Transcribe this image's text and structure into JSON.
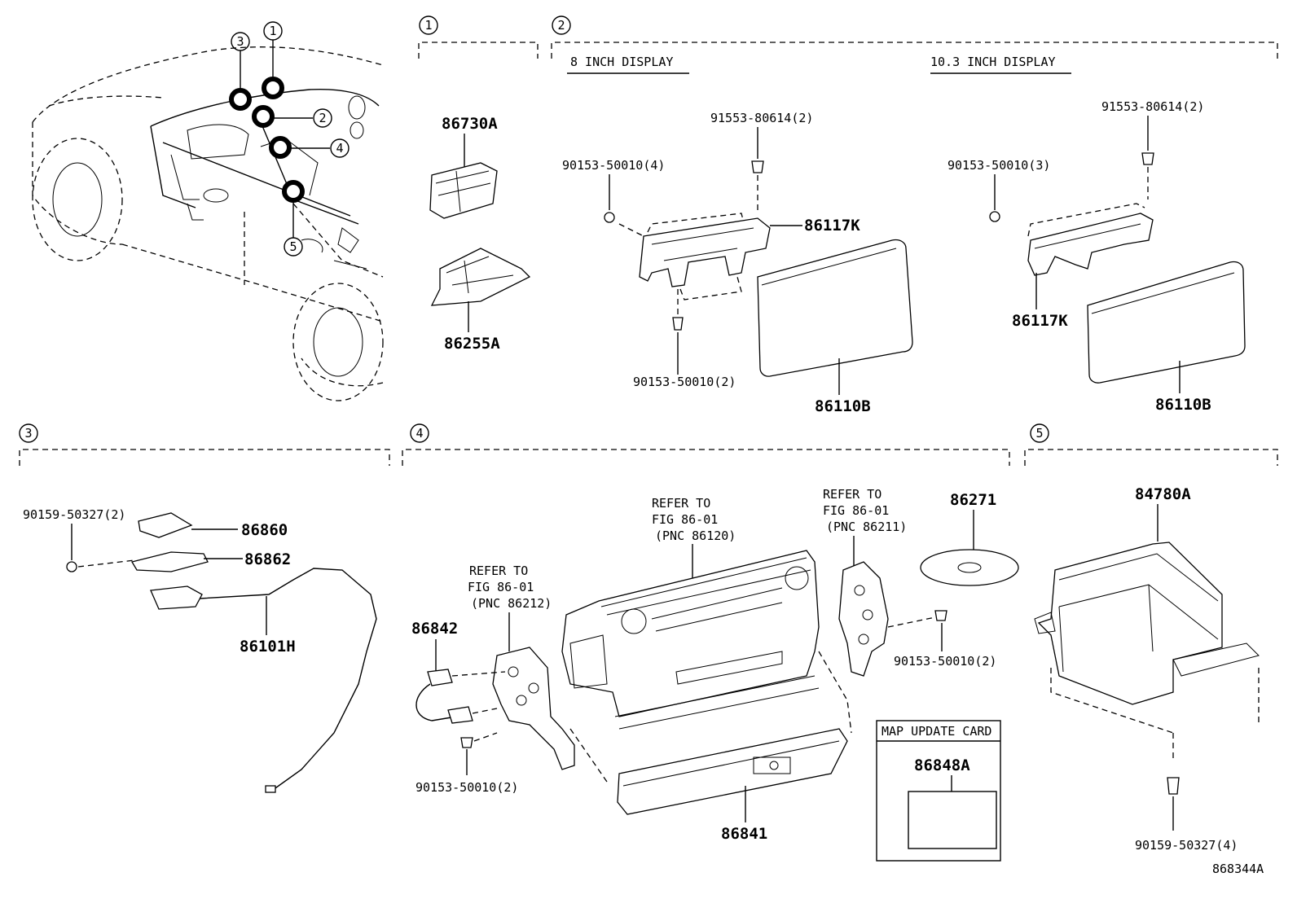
{
  "sections": {
    "s1": {
      "num": "1"
    },
    "s2": {
      "num": "2"
    },
    "s3": {
      "num": "3"
    },
    "s4": {
      "num": "4"
    },
    "s5": {
      "num": "5"
    }
  },
  "car_callouts": [
    "1",
    "2",
    "3",
    "4",
    "5"
  ],
  "display_8": {
    "title": "8 INCH DISPLAY"
  },
  "display_10": {
    "title": "10.3 INCH DISPLAY"
  },
  "parts": {
    "p86730A": "86730A",
    "p86255A": "86255A",
    "p91553a": "91553-80614(2)",
    "p90153a": "90153-50010(4)",
    "p86117Ka": "86117K",
    "p90153b": "90153-50010(2)",
    "p86110Ba": "86110B",
    "p91553b": "91553-80614(2)",
    "p90153c": "90153-50010(3)",
    "p86117Kb": "86117K",
    "p86110Bb": "86110B",
    "p90159a": "90159-50327(2)",
    "p86860": "86860",
    "p86862": "86862",
    "p86101H": "86101H",
    "p86842": "86842",
    "p90153d": "90153-50010(2)",
    "p86841": "86841",
    "p86271": "86271",
    "p90153e": "90153-50010(2)",
    "p86848A": "86848A",
    "p84780A": "84780A",
    "p90159b": "90159-50327(4)"
  },
  "refs": {
    "r1": {
      "l1": "REFER TO",
      "l2": "FIG 86-01",
      "l3": "(PNC 86212)"
    },
    "r2": {
      "l1": "REFER TO",
      "l2": "FIG 86-01",
      "l3": "(PNC 86120)"
    },
    "r3": {
      "l1": "REFER TO",
      "l2": "FIG 86-01",
      "l3": "(PNC 86211)"
    }
  },
  "map_card": {
    "title": "MAP UPDATE CARD"
  },
  "diagram_id": "868344A"
}
